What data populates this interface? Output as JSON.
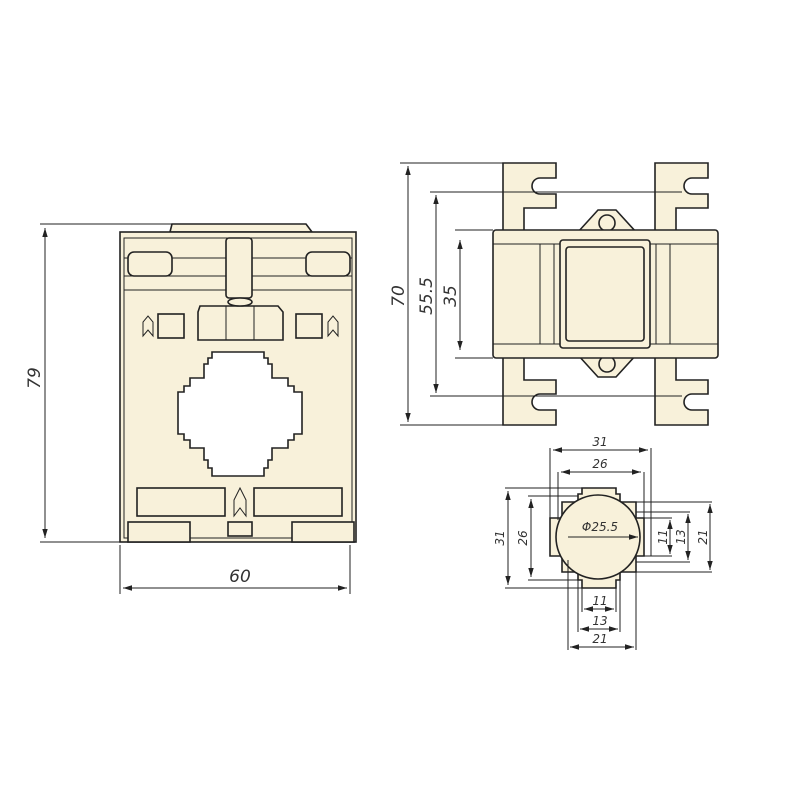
{
  "front_view": {
    "height_label": "79",
    "width_label": "60"
  },
  "side_view": {
    "overall_label": "70",
    "mid_label": "55.5",
    "inner_label": "35"
  },
  "aperture_view": {
    "outer_width_label": "31",
    "inner_width_label": "26",
    "outer_height_label": "31",
    "inner_height_label": "26",
    "diameter_label": "Φ25.5",
    "right_labels": [
      "11",
      "13",
      "21"
    ],
    "bottom_labels": [
      "11",
      "13",
      "21"
    ]
  },
  "colors": {
    "body": "#f8f1da",
    "line": "#222222"
  }
}
